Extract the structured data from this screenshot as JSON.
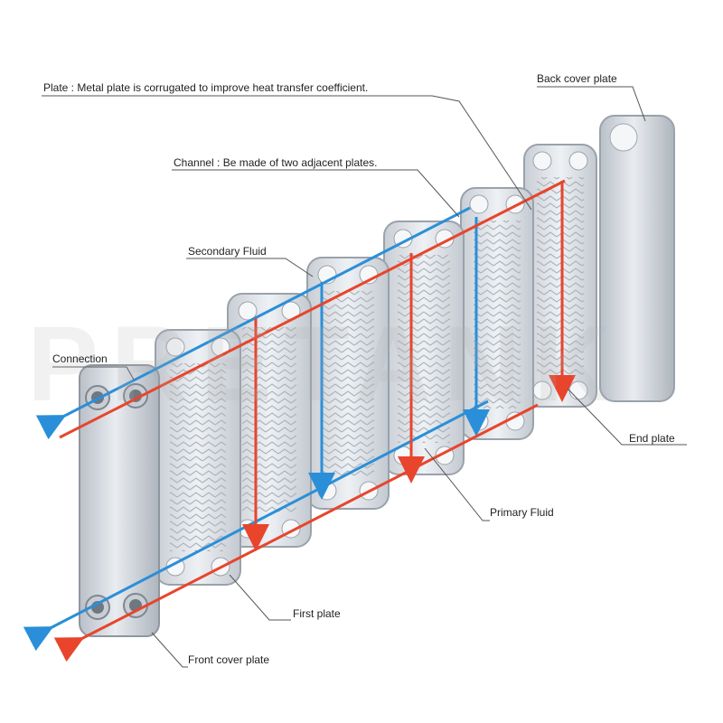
{
  "labels": {
    "plate": "Plate : Metal plate is corrugated to improve heat transfer coefficient.",
    "back_cover_plate": "Back cover plate",
    "channel": "Channel : Be made of two adjacent plates.",
    "secondary_fluid": "Secondary Fluid",
    "connection": "Connection",
    "end_plate": "End plate",
    "primary_fluid": "Primary Fluid",
    "first_plate": "First plate",
    "front_cover_plate": "Front cover plate"
  },
  "watermark": "PRETANK",
  "colors": {
    "hot_fluid": "#e8452c",
    "cold_fluid": "#2a8fd8",
    "plate_fill": "#dde2e8",
    "plate_edge": "#9aa2ab",
    "leader_line": "#555555"
  }
}
